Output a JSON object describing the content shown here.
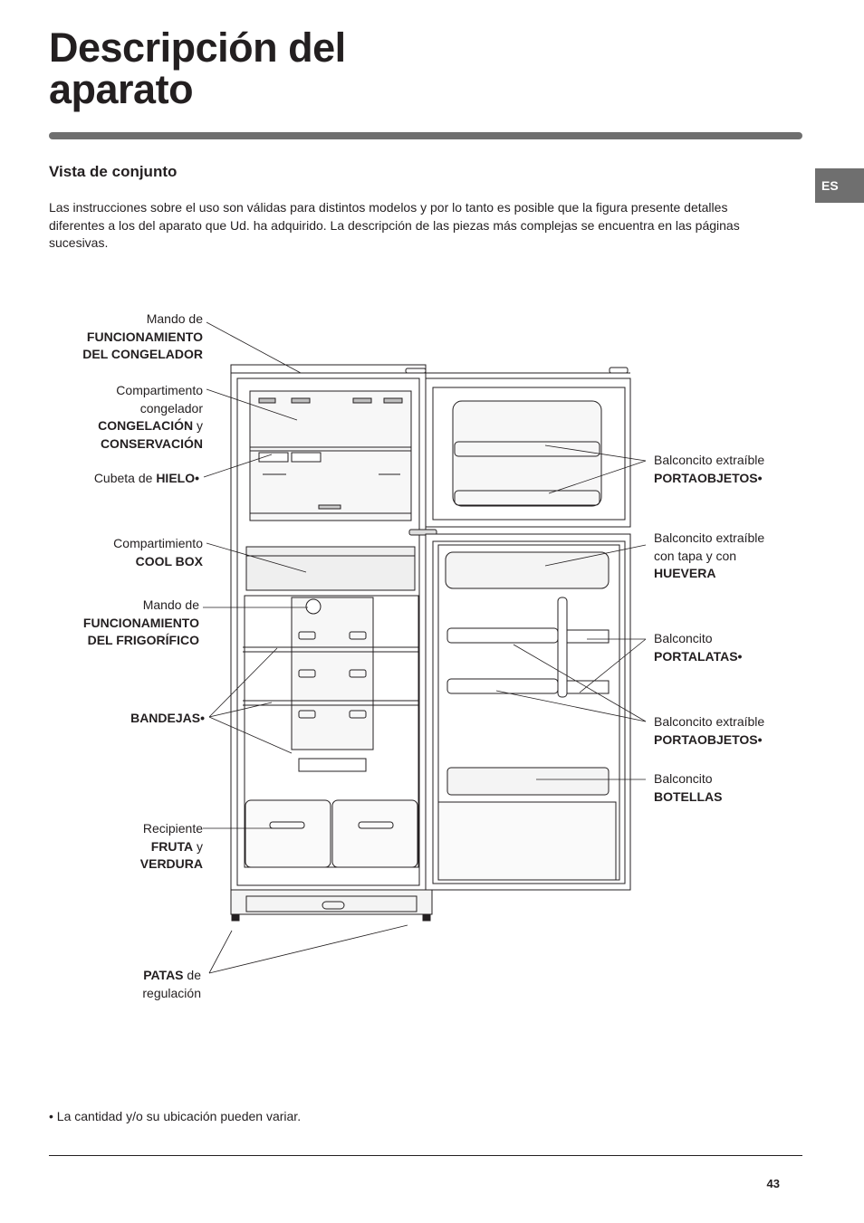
{
  "title_line1": "Descripción del",
  "title_line2": "aparato",
  "subtitle": "Vista de conjunto",
  "lang_tab": "ES",
  "intro": "Las instrucciones sobre el uso son válidas para distintos modelos y por lo tanto es posible que la figura presente detalles diferentes a los del aparato que Ud. ha adquirido. La descripción de las piezas más complejas se encuentra en las páginas sucesivas.",
  "labels": {
    "freezer_control": {
      "l1": "Mando de",
      "b1": "FUNCIONAMIENTO",
      "b2": "DEL CONGELADOR"
    },
    "freezer_comp": {
      "l1": "Compartimento",
      "l2": "congelador",
      "b1": "CONGELACIÓN",
      "t1": " y",
      "b2": "CONSERVACIÓN"
    },
    "ice_tray": {
      "t1": "Cubeta de ",
      "b1": "HIELO•"
    },
    "cool_box": {
      "l1": "Compartimiento",
      "b1": "COOL BOX"
    },
    "fridge_control": {
      "l1": "Mando de",
      "b1": "FUNCIONAMIENTO",
      "b2": "DEL FRIGORÍFICO"
    },
    "shelves": {
      "b1": "BANDEJAS•"
    },
    "crisper": {
      "l1": "Recipiente",
      "b1": "FRUTA",
      "t1": " y",
      "b2": "VERDURA"
    },
    "feet": {
      "b1": "PATAS",
      "t1": " de",
      "l2": "regulación"
    },
    "door_rack_top": {
      "l1": "Balconcito extraíble",
      "b1": "PORTAOBJETOS•"
    },
    "egg_rack": {
      "l1": "Balconcito extraíble",
      "l2": "con tapa y con",
      "b1": "HUEVERA"
    },
    "can_rack": {
      "l1": "Balconcito",
      "b1": "PORTALATAS•"
    },
    "door_rack_mid": {
      "l1": "Balconcito extraíble",
      "b1": "PORTAOBJETOS•"
    },
    "bottle_rack": {
      "l1": "Balconcito",
      "b1": "BOTELLAS"
    }
  },
  "footnote": "• La cantidad y/o su ubicación pueden variar.",
  "page_number": "43"
}
